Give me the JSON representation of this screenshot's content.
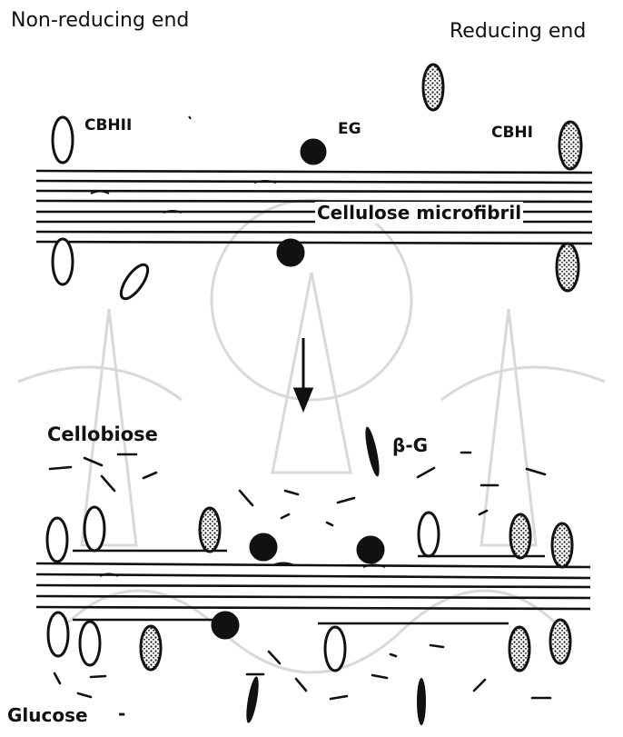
{
  "labels": {
    "non_reducing_end": "Non-reducing  end",
    "reducing_end": "Reducing  end",
    "cbhii": "CBHII",
    "eg": "EG",
    "cbhi": "CBHI",
    "cellulose_microfibril": "Cellulose  microfibril",
    "cellobiose": "Cellobiose",
    "beta_g": "β-G",
    "glucose": "Glucose"
  },
  "colors": {
    "ink": "#111111",
    "watermark": "#d9d9d9",
    "paper": "#ffffff"
  },
  "legend_icons": {
    "cbhii": "open-ellipse-icon",
    "cbhi": "dotted-ellipse-icon",
    "eg": "filled-circle-icon",
    "beta_g": "dark-rod-icon"
  }
}
